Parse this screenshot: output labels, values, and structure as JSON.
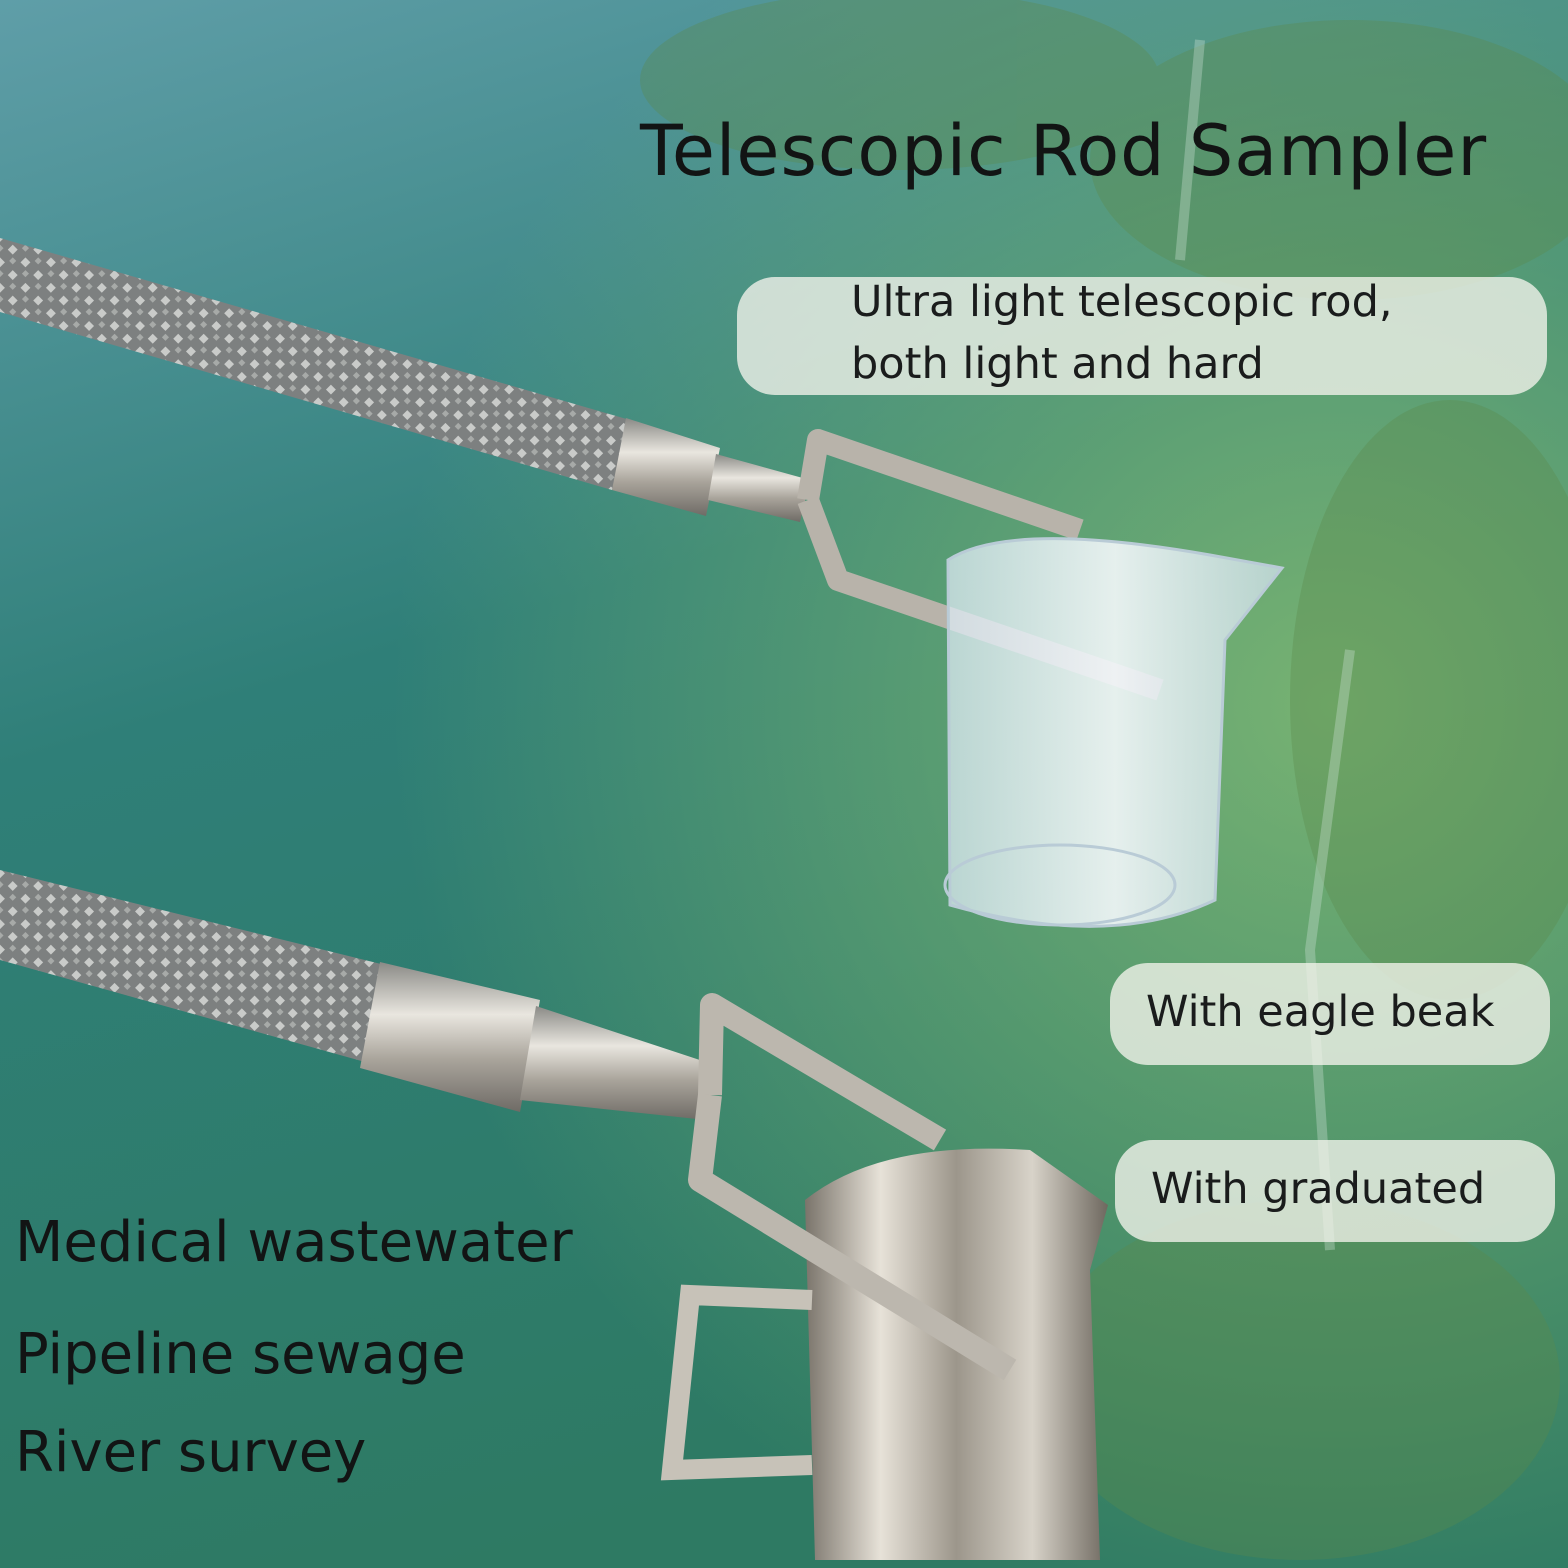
{
  "headline": "Telescopic Rod Sampler",
  "features": {
    "rod_line1": "Ultra light telescopic rod,",
    "rod_line2": "both light and hard",
    "beak": "With eagle beak",
    "graduated": "With graduated"
  },
  "applications": [
    "Medical wastewater",
    "Pipeline sewage",
    "River survey"
  ],
  "colors": {
    "water": "#2f7f78",
    "pill": "#f4f4ec",
    "text": "#121414"
  }
}
